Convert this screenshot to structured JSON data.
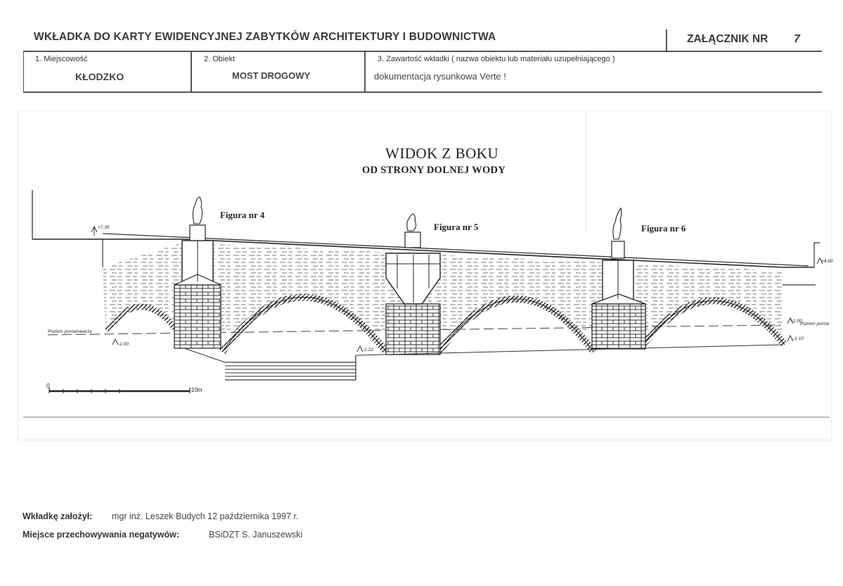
{
  "header": {
    "title": "WKŁADKA DO KARTY EWIDENCYJNEJ ZABYTKÓW ARCHITEKTURY I BUDOWNICTWA",
    "annex_label": "ZAŁĄCZNIK NR",
    "annex_number": "7"
  },
  "fields": {
    "locality_label": "1. Miejscowość",
    "locality_value": "KŁODZKO",
    "object_label": "2. Obiekt",
    "object_value": "MOST DROGOWY",
    "content_label": "3. Zawartość wkładki ( nazwa obiektu lub materiału uzupełniającego )",
    "content_value": "dokumentacja rysunkowa  Verte !"
  },
  "drawing": {
    "title": "WIDOK Z BOKU",
    "subtitle": "OD STRONY DOLNEJ WODY",
    "figures": [
      "Figura nr 4",
      "Figura nr 5",
      "Figura nr 6"
    ],
    "annotations": {
      "datum_left": "Poziom porównawczy",
      "datum_right": "Poziom porów",
      "level_left_top": "+7.35",
      "level_right_top": "+4.60",
      "level_left_base": "-1.00",
      "level_mid_base": "-1.22",
      "level_right_water": "+1.00",
      "level_right_base": "-1.10",
      "scale_zero": "0",
      "scale_end": "10m"
    }
  },
  "footer": {
    "created_label": "Wkładkę założył:",
    "created_value": "mgr inż. Leszek Budych  12 października  1997 r.",
    "storage_label": "Miejsce przechowywania negatywów:",
    "storage_value": "BSiDZT S. Januszewski"
  }
}
